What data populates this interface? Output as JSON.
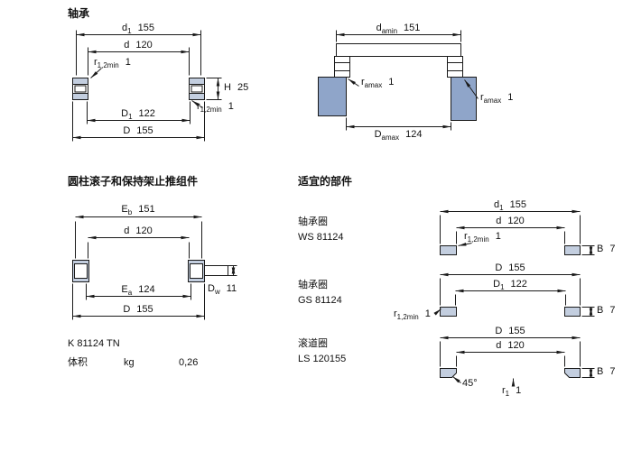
{
  "colors": {
    "line": "#1a1a1a",
    "washer_fill": "#c3cedf",
    "abutment_fill": "#8fa5c9",
    "background": "#ffffff"
  },
  "bearing": {
    "title": "轴承",
    "dims": {
      "d1": {
        "sym": "d",
        "sub": "1",
        "val": "155"
      },
      "d": {
        "sym": "d",
        "sub": "",
        "val": "120"
      },
      "r12a": {
        "sym": "r",
        "sub": "1,2min",
        "val": "1"
      },
      "H": {
        "sym": "H",
        "sub": "",
        "val": "25"
      },
      "r12b": {
        "sym": "r",
        "sub": "1,2min",
        "val": "1"
      },
      "D1": {
        "sym": "D",
        "sub": "1",
        "val": "122"
      },
      "D": {
        "sym": "D",
        "sub": "",
        "val": "155"
      }
    }
  },
  "abutment": {
    "dims": {
      "damin": {
        "sym": "d",
        "sub": "amin",
        "val": "151"
      },
      "ramax1": {
        "sym": "r",
        "sub": "amax",
        "val": "1"
      },
      "ramax2": {
        "sym": "r",
        "sub": "amax",
        "val": "1"
      },
      "Damax": {
        "sym": "D",
        "sub": "amax",
        "val": "124"
      }
    }
  },
  "assembly": {
    "title": "圆柱滚子和保持架止推组件",
    "dims": {
      "Eb": {
        "sym": "E",
        "sub": "b",
        "val": "151"
      },
      "d": {
        "sym": "d",
        "sub": "",
        "val": "120"
      },
      "Ea": {
        "sym": "E",
        "sub": "a",
        "val": "124"
      },
      "Dw": {
        "sym": "D",
        "sub": "w",
        "val": "11"
      },
      "D": {
        "sym": "D",
        "sub": "",
        "val": "155"
      }
    },
    "designation": "K 81124 TN",
    "mass": {
      "label": "体积",
      "unit": "kg",
      "value": "0,26"
    }
  },
  "components": {
    "title": "适宜的部件",
    "items": [
      {
        "kind": "轴承圈",
        "code": "WS 81124",
        "dims": {
          "d1": {
            "sym": "d",
            "sub": "1",
            "val": "155"
          },
          "d": {
            "sym": "d",
            "sub": "",
            "val": "120"
          },
          "r12": {
            "sym": "r",
            "sub": "1,2min",
            "val": "1"
          },
          "B": {
            "sym": "B",
            "sub": "",
            "val": "7"
          }
        }
      },
      {
        "kind": "轴承圈",
        "code": "GS 81124",
        "dims": {
          "D": {
            "sym": "D",
            "sub": "",
            "val": "155"
          },
          "D1": {
            "sym": "D",
            "sub": "1",
            "val": "122"
          },
          "r12": {
            "sym": "r",
            "sub": "1,2min",
            "val": "1"
          },
          "B": {
            "sym": "B",
            "sub": "",
            "val": "7"
          }
        }
      },
      {
        "kind": "滚道圈",
        "code": "LS 120155",
        "dims": {
          "D": {
            "sym": "D",
            "sub": "",
            "val": "155"
          },
          "d": {
            "sym": "d",
            "sub": "",
            "val": "120"
          },
          "angle": {
            "sym": "",
            "sub": "",
            "val": "45°"
          },
          "r1": {
            "sym": "r",
            "sub": "1",
            "val": "1"
          },
          "B": {
            "sym": "B",
            "sub": "",
            "val": "7"
          }
        }
      }
    ]
  }
}
